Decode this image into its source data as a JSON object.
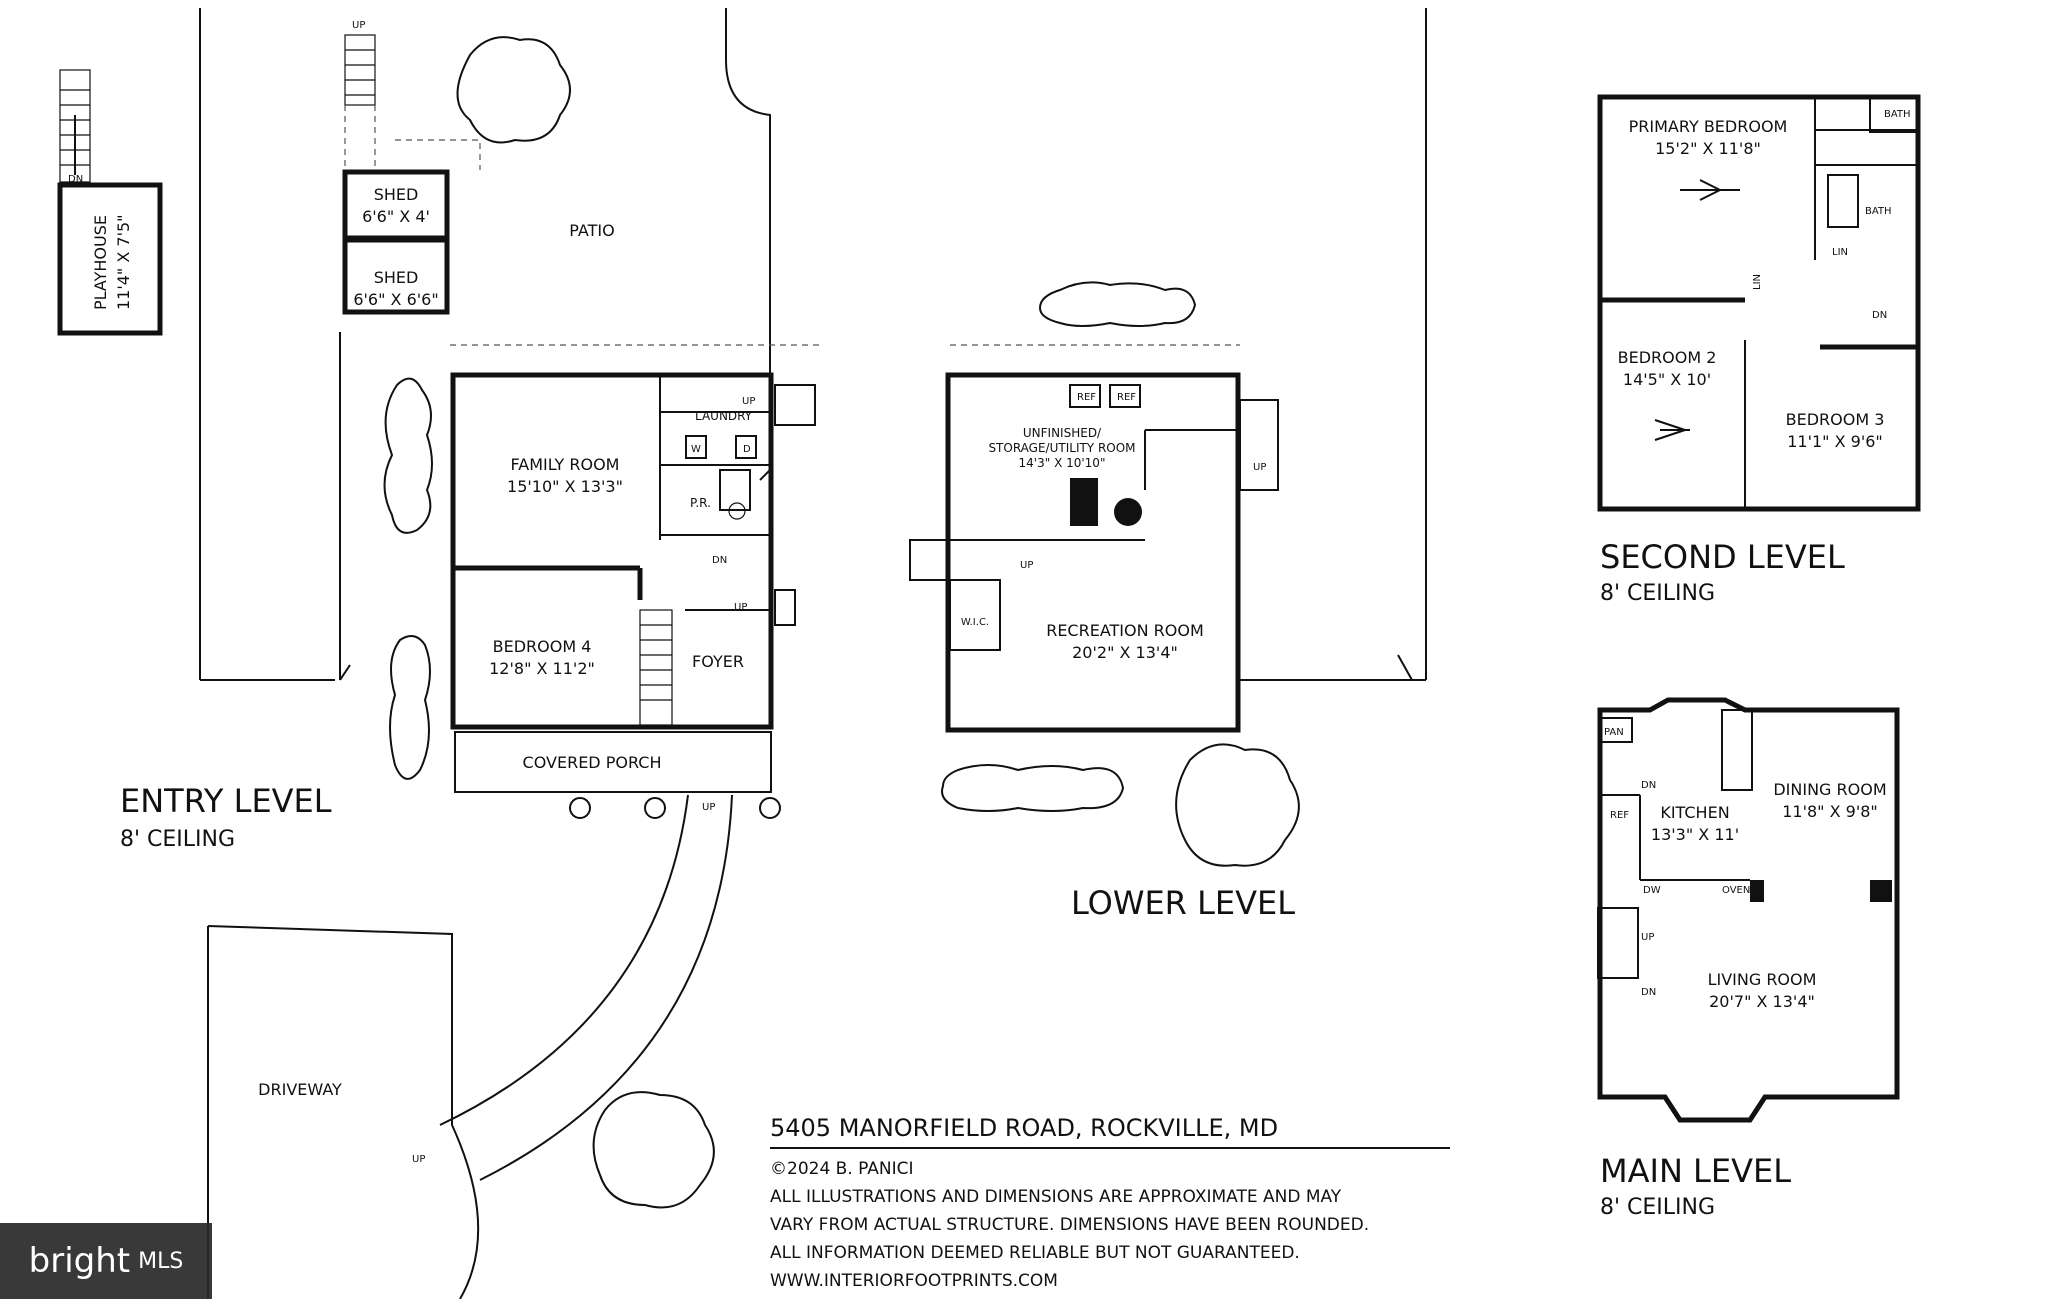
{
  "levels": {
    "entry": {
      "title": "ENTRY LEVEL",
      "ceiling": "8' CEILING"
    },
    "lower": {
      "title": "LOWER LEVEL"
    },
    "second": {
      "title": "SECOND LEVEL",
      "ceiling": "8' CEILING"
    },
    "main": {
      "title": "MAIN LEVEL",
      "ceiling": "8' CEILING"
    }
  },
  "rooms": {
    "playhouse": {
      "name": "PLAYHOUSE",
      "dims": "11'4\" X 7'5\""
    },
    "shed1": {
      "name": "SHED",
      "dims": "6'6\" X 4'"
    },
    "shed2": {
      "name": "SHED",
      "dims": "6'6\" X 6'6\""
    },
    "patio": {
      "name": "PATIO"
    },
    "family_room": {
      "name": "FAMILY ROOM",
      "dims": "15'10\" X 13'3\""
    },
    "laundry": {
      "name": "LAUNDRY"
    },
    "pr": {
      "name": "P.R."
    },
    "bedroom4": {
      "name": "BEDROOM 4",
      "dims": "12'8\" X 11'2\""
    },
    "foyer": {
      "name": "FOYER"
    },
    "covered_porch": {
      "name": "COVERED PORCH"
    },
    "driveway": {
      "name": "DRIVEWAY"
    },
    "utility": {
      "line1": "UNFINISHED/",
      "line2": "STORAGE/UTILITY ROOM",
      "dims": "14'3\" X 10'10\""
    },
    "recreation": {
      "name": "RECREATION ROOM",
      "dims": "20'2\" X 13'4\""
    },
    "wic": {
      "name": "W.I.C."
    },
    "primary_bedroom": {
      "name": "PRIMARY BEDROOM",
      "dims": "15'2\" X 11'8\""
    },
    "bath1": {
      "name": "BATH"
    },
    "bath2": {
      "name": "BATH"
    },
    "lin1": {
      "name": "LIN"
    },
    "lin2": {
      "name": "LIN"
    },
    "bedroom2": {
      "name": "BEDROOM 2",
      "dims": "14'5\" X 10'"
    },
    "bedroom3": {
      "name": "BEDROOM 3",
      "dims": "11'1\" X 9'6\""
    },
    "pan": {
      "name": "PAN"
    },
    "kitchen": {
      "name": "KITCHEN",
      "dims": "13'3\" X 11'"
    },
    "dining": {
      "name": "DINING ROOM",
      "dims": "11'8\" X 9'8\""
    },
    "living": {
      "name": "LIVING ROOM",
      "dims": "20'7\" X 13'4\""
    }
  },
  "fixtures": {
    "up": "UP",
    "dn": "DN",
    "ref": "REF",
    "w": "W",
    "d": "D",
    "dw": "DW",
    "oven": "OVEN"
  },
  "info": {
    "address": "5405 MANORFIELD ROAD, ROCKVILLE, MD",
    "copyright": "©2024 B. PANICI",
    "line1": "ALL ILLUSTRATIONS AND DIMENSIONS ARE APPROXIMATE AND MAY",
    "line2": "VARY FROM ACTUAL STRUCTURE. DIMENSIONS HAVE BEEN ROUNDED.",
    "line3": "ALL INFORMATION DEEMED RELIABLE BUT NOT GUARANTEED.",
    "website": "WWW.INTERIORFOOTPRINTS.COM"
  },
  "watermark": {
    "brand": "bright",
    "suffix": "MLS"
  }
}
